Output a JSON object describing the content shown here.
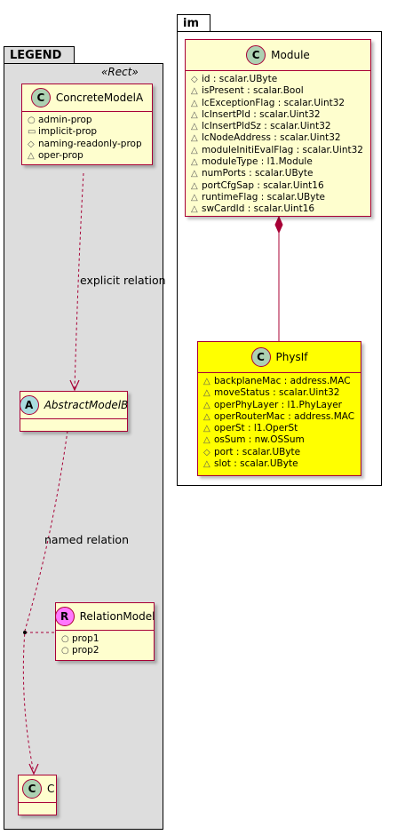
{
  "packages": {
    "legend": {
      "title": "LEGEND",
      "stereotype": "«Rect»"
    },
    "im": {
      "title": "im"
    }
  },
  "classes": {
    "concrete_model_a": {
      "badge": "C",
      "name": "ConcreteModelA",
      "attributes": [
        {
          "vis": "○",
          "text": "admin-prop"
        },
        {
          "vis": "▭",
          "text": "implicit-prop"
        },
        {
          "vis": "◇",
          "text": "naming-readonly-prop"
        },
        {
          "vis": "△",
          "text": "oper-prop"
        }
      ]
    },
    "abstract_model_b": {
      "badge": "A",
      "name": "AbstractModelB"
    },
    "relation_model": {
      "badge": "R",
      "name": "RelationModel",
      "attributes": [
        {
          "vis": "○",
          "text": "prop1"
        },
        {
          "vis": "○",
          "text": "prop2"
        }
      ]
    },
    "c": {
      "badge": "C",
      "name": "C"
    },
    "module": {
      "badge": "C",
      "name": "Module",
      "attributes": [
        {
          "vis": "◇",
          "text": "id : scalar.UByte"
        },
        {
          "vis": "△",
          "text": "isPresent : scalar.Bool"
        },
        {
          "vis": "△",
          "text": "lcExceptionFlag : scalar.Uint32"
        },
        {
          "vis": "△",
          "text": "lcInsertPId : scalar.Uint32"
        },
        {
          "vis": "△",
          "text": "lcInsertPldSz : scalar.Uint32"
        },
        {
          "vis": "△",
          "text": "lcNodeAddress : scalar.Uint32"
        },
        {
          "vis": "△",
          "text": "moduleInitiEvalFlag : scalar.Uint32"
        },
        {
          "vis": "△",
          "text": "moduleType : l1.Module"
        },
        {
          "vis": "△",
          "text": "numPorts : scalar.UByte"
        },
        {
          "vis": "△",
          "text": "portCfgSap : scalar.Uint16"
        },
        {
          "vis": "△",
          "text": "runtimeFlag : scalar.UByte"
        },
        {
          "vis": "△",
          "text": "swCardId : scalar.Uint16"
        }
      ]
    },
    "physif": {
      "badge": "C",
      "name": "PhysIf",
      "attributes": [
        {
          "vis": "△",
          "text": "backplaneMac : address.MAC"
        },
        {
          "vis": "△",
          "text": "moveStatus : scalar.Uint32"
        },
        {
          "vis": "△",
          "text": "operPhyLayer : l1.PhyLayer"
        },
        {
          "vis": "△",
          "text": "operRouterMac : address.MAC"
        },
        {
          "vis": "△",
          "text": "operSt : l1.OperSt"
        },
        {
          "vis": "△",
          "text": "osSum : nw.OSSum"
        },
        {
          "vis": "◇",
          "text": "port : scalar.UByte"
        },
        {
          "vis": "△",
          "text": "slot : scalar.UByte"
        }
      ]
    }
  },
  "relations": {
    "explicit": "explicit relation",
    "named": "named relation"
  },
  "colors": {
    "class_fill": "#fefece",
    "class_border": "#a80036",
    "highlight_fill": "#ffff00",
    "legend_fill": "#dddddd",
    "badge_c": "#add1b2",
    "badge_a": "#a9dcdf",
    "badge_r": "#ff77ff"
  }
}
